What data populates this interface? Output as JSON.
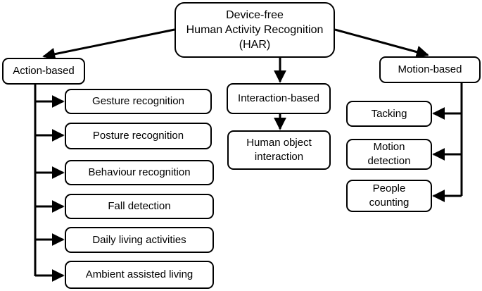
{
  "diagram": {
    "root": {
      "label": "Device-free\nHuman Activity Recognition\n(HAR)"
    },
    "categories": {
      "action": {
        "label": "Action-based",
        "children": [
          "Gesture recognition",
          "Posture recognition",
          "Behaviour recognition",
          "Fall detection",
          "Daily living activities",
          "Ambient assisted living"
        ]
      },
      "interaction": {
        "label": "Interaction-based",
        "children": [
          "Human object\ninteraction"
        ]
      },
      "motion": {
        "label": "Motion-based",
        "children": [
          "Tacking",
          "Motion\ndetection",
          "People\ncounting"
        ]
      }
    }
  }
}
